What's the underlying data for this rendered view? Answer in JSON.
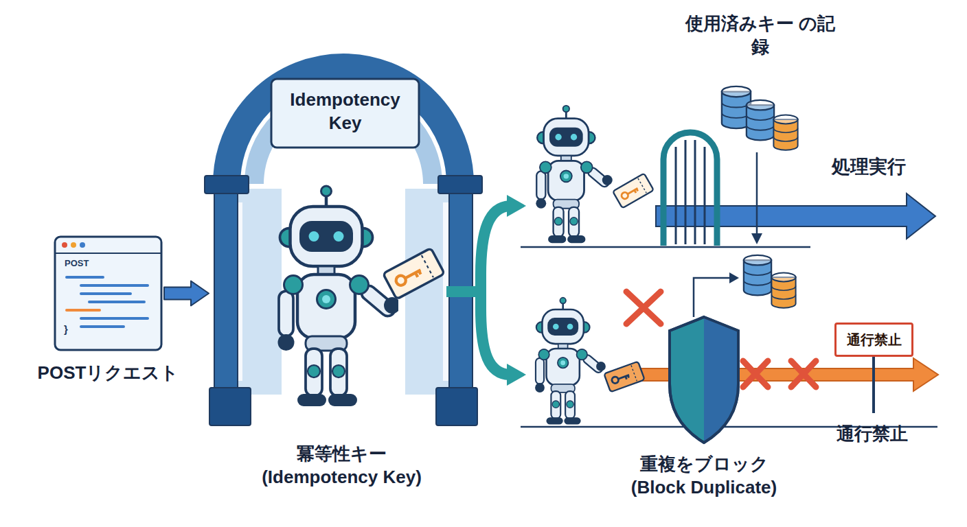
{
  "diagram": {
    "nodes": [
      {
        "text": [
          "POST",
          "}",
          "POSTリクエスト"
        ]
      },
      {
        "text": [
          "Idempotency Key",
          "冪等性キー (Idempotency Key)"
        ]
      },
      {
        "text": [
          "使用済みキー の記録"
        ]
      },
      {
        "text": [
          "重複をブロック (Block Duplicate)"
        ]
      },
      {
        "text": [
          "通行禁止"
        ]
      }
    ],
    "edges": [
      {
        "from": 0,
        "to": 1,
        "arrow": "to"
      }
    ],
    "labels": [
      "処理実行",
      "通行禁止"
    ]
  }
}
